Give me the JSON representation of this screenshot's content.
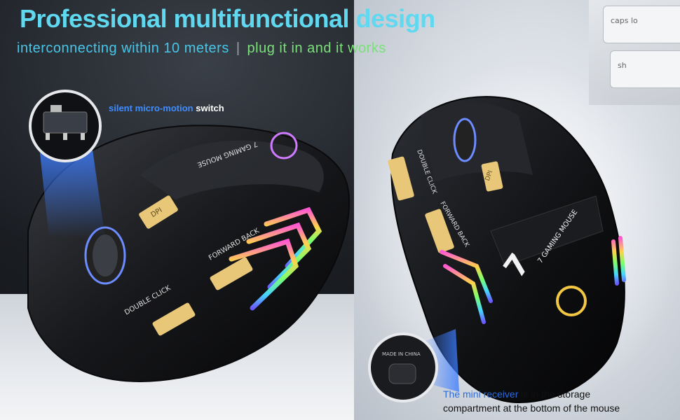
{
  "headline": {
    "title": "Professional multifunctional design",
    "subtitle_part1": "interconnecting within 10 meters",
    "separator": "|",
    "subtitle_part2": "plug it in and it works"
  },
  "switch_callout": {
    "highlight": "silent micro-motion",
    "rest": " switch"
  },
  "receiver_callout": {
    "highlight": "The mini receiver",
    "rest_line1": " is in the storage",
    "line2": "compartment at the bottom of the mouse"
  },
  "mouse_left": {
    "brand_text": "7 GAMING MOUSE",
    "dpi_label": "DPI",
    "double_click_label": "DOUBLE CLICK",
    "forward_back_label": "FORWARD BACK"
  },
  "mouse_right": {
    "brand_text": "7 GAMING MOUSE",
    "dpi_label": "DPI",
    "double_click_label": "DOUBLE CLICK",
    "forward_back_label": "FORWARD BACK"
  },
  "receiver_closeup": {
    "made_in_label": "MADE IN CHINA"
  },
  "keyboard": {
    "key1": "caps lo",
    "key2": "sh"
  },
  "colors": {
    "title_cyan": "#5fd8f0",
    "subtitle_green": "#7be07a",
    "highlight_blue": "#3f8cff",
    "button_gold": "#e8c778"
  }
}
